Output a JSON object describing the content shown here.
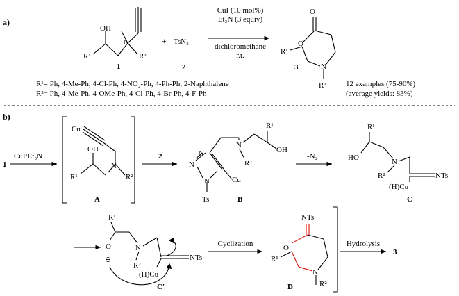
{
  "section_a": {
    "label": "a)",
    "reagents_line1": "CuI (10 mol%)",
    "reagents_line2": "Et₃N (3 equiv)",
    "solvent_line1": "dichloromethane",
    "solvent_line2": "r.t.",
    "compound1_number": "1",
    "compound2_label": "TsN₃",
    "compound2_number": "2",
    "compound3_number": "3",
    "plus_sign": "+",
    "r1_list": "R¹= Ph, 4-Me-Ph, 4-Cl-Ph, 4-NO₂-Ph, 4-Ph-Ph, 2-Naphthalene",
    "r2_list": "R²= Ph, 4-Me-Ph, 4-OMe-Ph, 4-Cl-Ph, 4-Br-Ph, 4-F-Ph",
    "examples": "12 examples (75-90%)",
    "average": "(average yields: 83%)"
  },
  "section_b": {
    "label": "b)",
    "start_number": "1",
    "step1_reagent": "CuI/Et₃N",
    "step2_reagent": "2",
    "step3_reagent": "-N₂",
    "step5_label": "Cyclization",
    "step6_label": "Hydrolysis",
    "final_number": "3",
    "intermediates": [
      "A",
      "B",
      "C",
      "C′",
      "D"
    ]
  },
  "atoms": {
    "O": "O",
    "OH": "OH",
    "HO": "HO",
    "N": "N",
    "R1": "R¹",
    "R2": "R²",
    "Cu": "Cu",
    "Ts": "Ts",
    "NTs": "NTs",
    "CuH": "(H)Cu",
    "minus": "⊖",
    "ring_N_label": "N",
    "triazole_N1": "N",
    "triazole_N2": "N",
    "triazole_N3": "N"
  }
}
